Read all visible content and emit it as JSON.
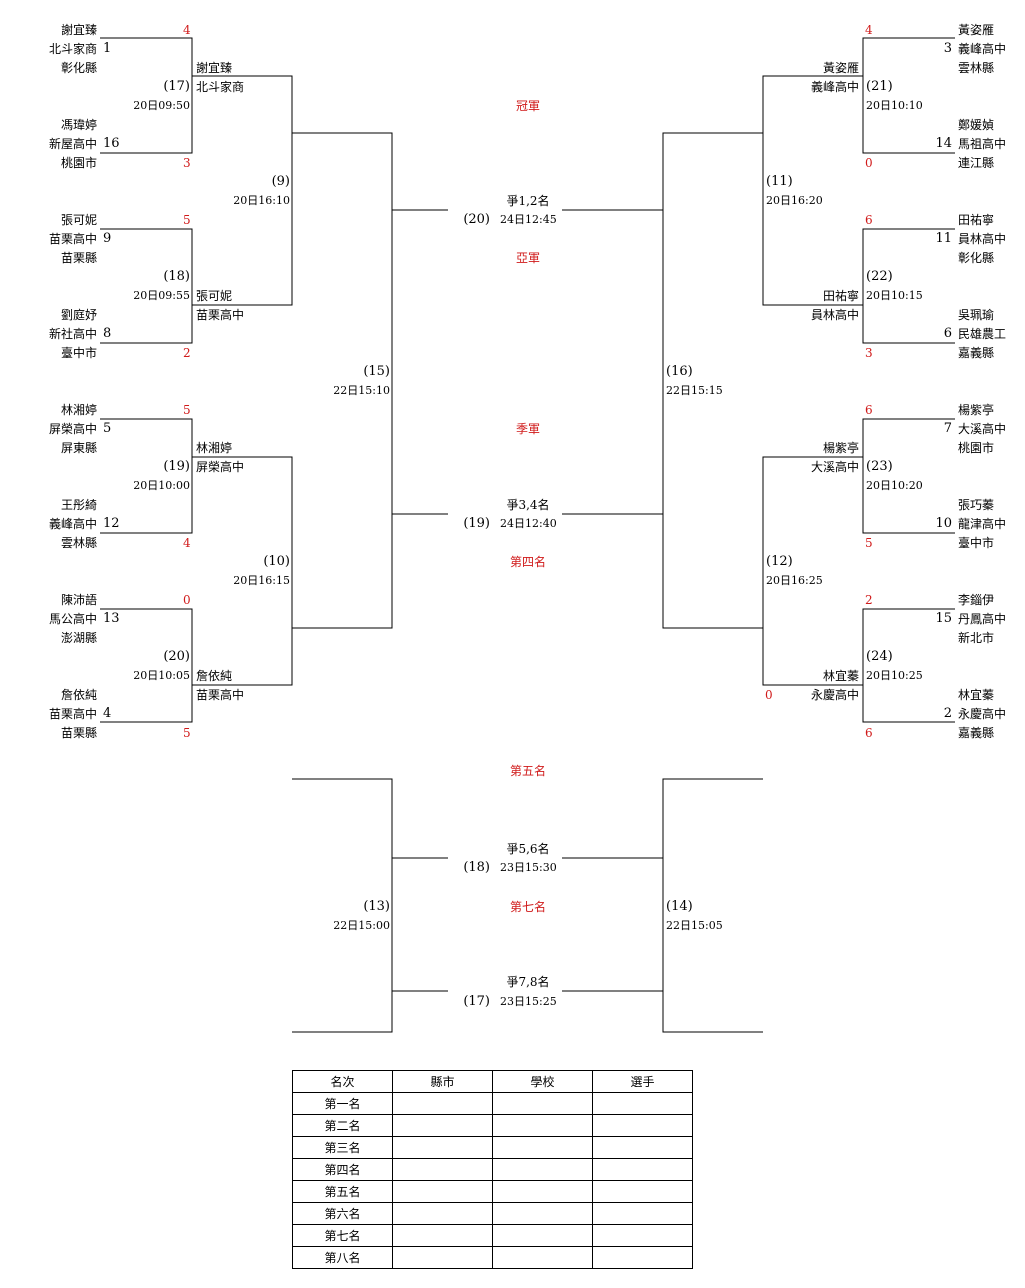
{
  "players": [
    {
      "name": "謝宜臻",
      "school": "北斗家商",
      "county": "彰化縣",
      "seed": "1",
      "score": "4"
    },
    {
      "name": "馮瑋婷",
      "school": "新屋高中",
      "county": "桃園市",
      "seed": "16",
      "score": "3"
    },
    {
      "name": "張可妮",
      "school": "苗栗高中",
      "county": "苗栗縣",
      "seed": "9",
      "score": "5"
    },
    {
      "name": "劉庭妤",
      "school": "新社高中",
      "county": "臺中市",
      "seed": "8",
      "score": "2"
    },
    {
      "name": "林湘婷",
      "school": "屏榮高中",
      "county": "屏東縣",
      "seed": "5",
      "score": "5"
    },
    {
      "name": "王彤綺",
      "school": "義峰高中",
      "county": "雲林縣",
      "seed": "12",
      "score": "4"
    },
    {
      "name": "陳沛語",
      "school": "馬公高中",
      "county": "澎湖縣",
      "seed": "13",
      "score": "0"
    },
    {
      "name": "詹依純",
      "school": "苗栗高中",
      "county": "苗栗縣",
      "seed": "4",
      "score": "5"
    },
    {
      "name": "黃姿雁",
      "school": "義峰高中",
      "county": "雲林縣",
      "seed": "3",
      "score": "4"
    },
    {
      "name": "鄭媛媜",
      "school": "馬祖高中",
      "county": "連江縣",
      "seed": "14",
      "score": "0"
    },
    {
      "name": "田祐寧",
      "school": "員林高中",
      "county": "彰化縣",
      "seed": "11",
      "score": "6"
    },
    {
      "name": "吳珮瑜",
      "school": "民雄農工",
      "county": "嘉義縣",
      "seed": "6",
      "score": "3"
    },
    {
      "name": "楊紫亭",
      "school": "大溪高中",
      "county": "桃園市",
      "seed": "7",
      "score": "6"
    },
    {
      "name": "張巧蓁",
      "school": "龍津高中",
      "county": "臺中市",
      "seed": "10",
      "score": "5"
    },
    {
      "name": "李錙伊",
      "school": "丹鳳高中",
      "county": "新北市",
      "seed": "15",
      "score": "2"
    },
    {
      "name": "林宜蓁",
      "school": "永慶高中",
      "county": "嘉義縣",
      "seed": "2",
      "score": "6"
    }
  ],
  "winners": {
    "m17": {
      "name": "謝宜臻",
      "school": "北斗家商"
    },
    "m18": {
      "name": "張可妮",
      "school": "苗栗高中"
    },
    "m19": {
      "name": "林湘婷",
      "school": "屏榮高中"
    },
    "m20": {
      "name": "詹依純",
      "school": "苗栗高中"
    },
    "m21": {
      "name": "黃姿雁",
      "school": "義峰高中"
    },
    "m22": {
      "name": "田祐寧",
      "school": "員林高中"
    },
    "m23": {
      "name": "楊紫亭",
      "school": "大溪高中"
    },
    "m24": {
      "name": "林宜蓁",
      "school": "永慶高中",
      "score": "0"
    }
  },
  "matches": {
    "m17": {
      "no": "(17)",
      "time": "20日09:50"
    },
    "m18": {
      "no": "(18)",
      "time": "20日09:55"
    },
    "m19": {
      "no": "(19)",
      "time": "20日10:00"
    },
    "m20": {
      "no": "(20)",
      "time": "20日10:05"
    },
    "m21": {
      "no": "(21)",
      "time": "20日10:10"
    },
    "m22": {
      "no": "(22)",
      "time": "20日10:15"
    },
    "m23": {
      "no": "(23)",
      "time": "20日10:20"
    },
    "m24": {
      "no": "(24)",
      "time": "20日10:25"
    },
    "m9": {
      "no": "(9)",
      "time": "20日16:10"
    },
    "m10": {
      "no": "(10)",
      "time": "20日16:15"
    },
    "m11": {
      "no": "(11)",
      "time": "20日16:20"
    },
    "m12": {
      "no": "(12)",
      "time": "20日16:25"
    },
    "m15": {
      "no": "(15)",
      "time": "22日15:10"
    },
    "m16": {
      "no": "(16)",
      "time": "22日15:15"
    },
    "m13": {
      "no": "(13)",
      "time": "22日15:00"
    },
    "m14": {
      "no": "(14)",
      "time": "22日15:05"
    }
  },
  "finals": {
    "f12": {
      "label": "爭1,2名",
      "no": "(20)",
      "time": "24日12:45"
    },
    "f34": {
      "label": "爭3,4名",
      "no": "(19)",
      "time": "24日12:40"
    },
    "f56": {
      "label": "爭5,6名",
      "no": "(18)",
      "time": "23日15:30"
    },
    "f78": {
      "label": "爭7,8名",
      "no": "(17)",
      "time": "23日15:25"
    }
  },
  "places": {
    "champion": "冠軍",
    "runner_up": "亞軍",
    "third": "季軍",
    "fourth": "第四名",
    "fifth": "第五名",
    "seventh": "第七名"
  },
  "colors": {
    "score": "#d01a1a",
    "place": "#d01a1a"
  },
  "result_table": {
    "headers": [
      "名次",
      "縣市",
      "學校",
      "選手"
    ],
    "rows": [
      "第一名",
      "第二名",
      "第三名",
      "第四名",
      "第五名",
      "第六名",
      "第七名",
      "第八名"
    ]
  }
}
